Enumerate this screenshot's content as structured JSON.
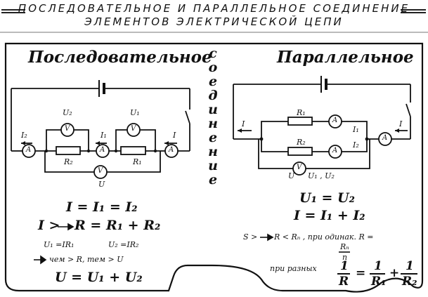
{
  "header": {
    "line1": "ПОСЛЕДОВАТЕЛЬНОЕ И ПАРАЛЛЕЛЬНОЕ СОЕДИНЕНИЕ",
    "line2": "ЭЛЕМЕНТОВ ЭЛЕКТРИЧЕСКОЙ ЦЕПИ"
  },
  "vertical_word": [
    "с",
    "о",
    "е",
    "д",
    "и",
    "н",
    "е",
    "н",
    "и",
    "е"
  ],
  "series": {
    "title": "Последовательное",
    "labels": {
      "u2": "U₂",
      "u1": "U₁",
      "i2": "I₂",
      "i1": "I₁",
      "i": "I",
      "r2": "R₂",
      "r1": "R₁",
      "u": "U",
      "a": "A",
      "v": "V"
    },
    "formulas": {
      "current": "I = I₁ = I₂",
      "resistance_prefix": "I >",
      "resistance": "R = R₁ + R₂",
      "u1": "U₁ =IR₁",
      "u2": "U₂ =IR₂",
      "note": "чем > R, тем > U",
      "voltage": "U = U₁ + U₂"
    }
  },
  "parallel": {
    "title": "Параллельное",
    "labels": {
      "r1": "R₁",
      "r2": "R₂",
      "i": "I",
      "i1": "I₁",
      "i2": "I₂",
      "u_meter": "U₁ , U₂",
      "u": "U",
      "a": "A",
      "v": "V"
    },
    "formulas": {
      "voltage": "U₁ = U₂",
      "current": "I = I₁ + I₂",
      "same_prefix": "S >",
      "same_text": "R < Rₙ , при одинак. R =",
      "frac_num": "Rₙ",
      "frac_den": "n",
      "diff_text": "при разных",
      "one": "1",
      "r": "R",
      "r1": "R₁",
      "r2": "R₂"
    }
  }
}
